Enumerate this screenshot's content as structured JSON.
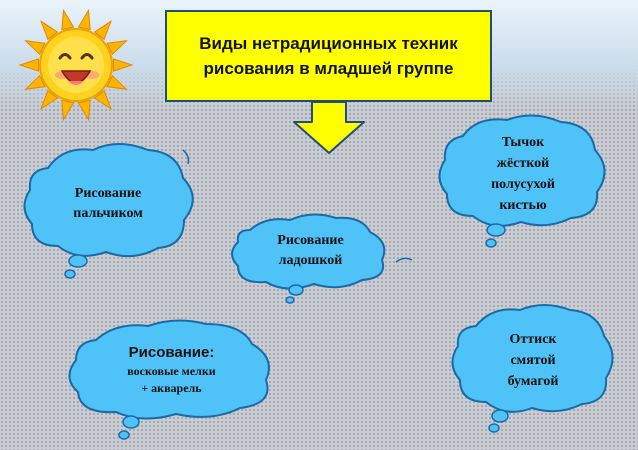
{
  "title": "Виды нетрадиционных техник\nрисования в младшей группе",
  "colors": {
    "title_fill": "#ffff00",
    "cloud_fill": "#4fc3f7",
    "cloud_stroke": "#1a6aa8",
    "arrow_fill": "#ffff00"
  },
  "icons": [
    "sun-icon",
    "arrow-down-icon"
  ],
  "nodes": {
    "finger": {
      "text": "Рисование\nпальчиком"
    },
    "brush": {
      "text": "Тычок\nжёсткой\nполусухой\nкистью"
    },
    "palm": {
      "text": "Рисование\nладошкой"
    },
    "crayons": {
      "heading": "Рисование:",
      "text": "восковые мелки\n+ акварель"
    },
    "paper": {
      "text": "Оттиск\nсмятой\nбумагой"
    }
  }
}
